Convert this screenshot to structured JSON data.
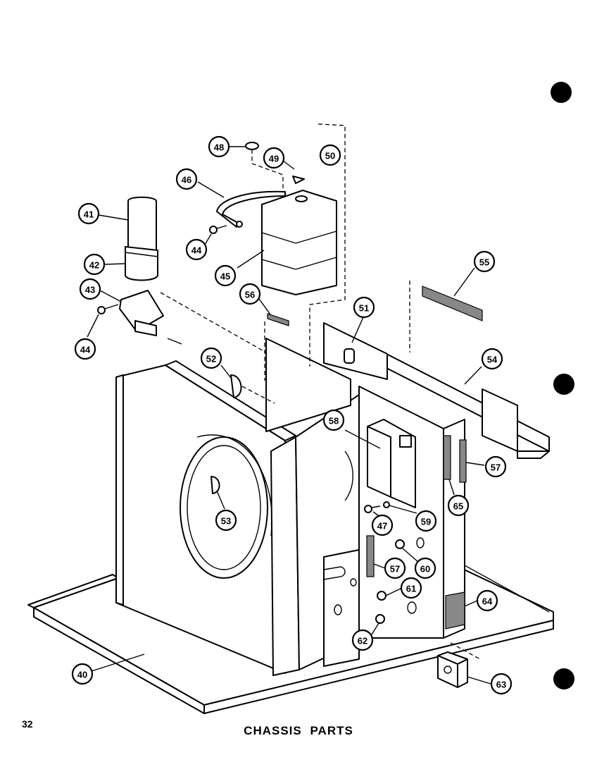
{
  "page_number": "32",
  "title": "CHASSIS PARTS",
  "callouts": [
    {
      "id": "c41",
      "label": "41"
    },
    {
      "id": "c42",
      "label": "42"
    },
    {
      "id": "c43",
      "label": "43"
    },
    {
      "id": "c44a",
      "label": "44"
    },
    {
      "id": "c44b",
      "label": "44"
    },
    {
      "id": "c45",
      "label": "45"
    },
    {
      "id": "c46",
      "label": "46"
    },
    {
      "id": "c47",
      "label": "47"
    },
    {
      "id": "c48",
      "label": "48"
    },
    {
      "id": "c49",
      "label": "49"
    },
    {
      "id": "c50",
      "label": "50"
    },
    {
      "id": "c51",
      "label": "51"
    },
    {
      "id": "c52",
      "label": "52"
    },
    {
      "id": "c53",
      "label": "53"
    },
    {
      "id": "c54",
      "label": "54"
    },
    {
      "id": "c55",
      "label": "55"
    },
    {
      "id": "c56",
      "label": "56"
    },
    {
      "id": "c57a",
      "label": "57"
    },
    {
      "id": "c57b",
      "label": "57"
    },
    {
      "id": "c58",
      "label": "58"
    },
    {
      "id": "c59",
      "label": "59"
    },
    {
      "id": "c60",
      "label": "60"
    },
    {
      "id": "c61",
      "label": "61"
    },
    {
      "id": "c62",
      "label": "62"
    },
    {
      "id": "c63",
      "label": "63"
    },
    {
      "id": "c64",
      "label": "64"
    },
    {
      "id": "c65",
      "label": "65"
    },
    {
      "id": "c40",
      "label": "40"
    }
  ]
}
